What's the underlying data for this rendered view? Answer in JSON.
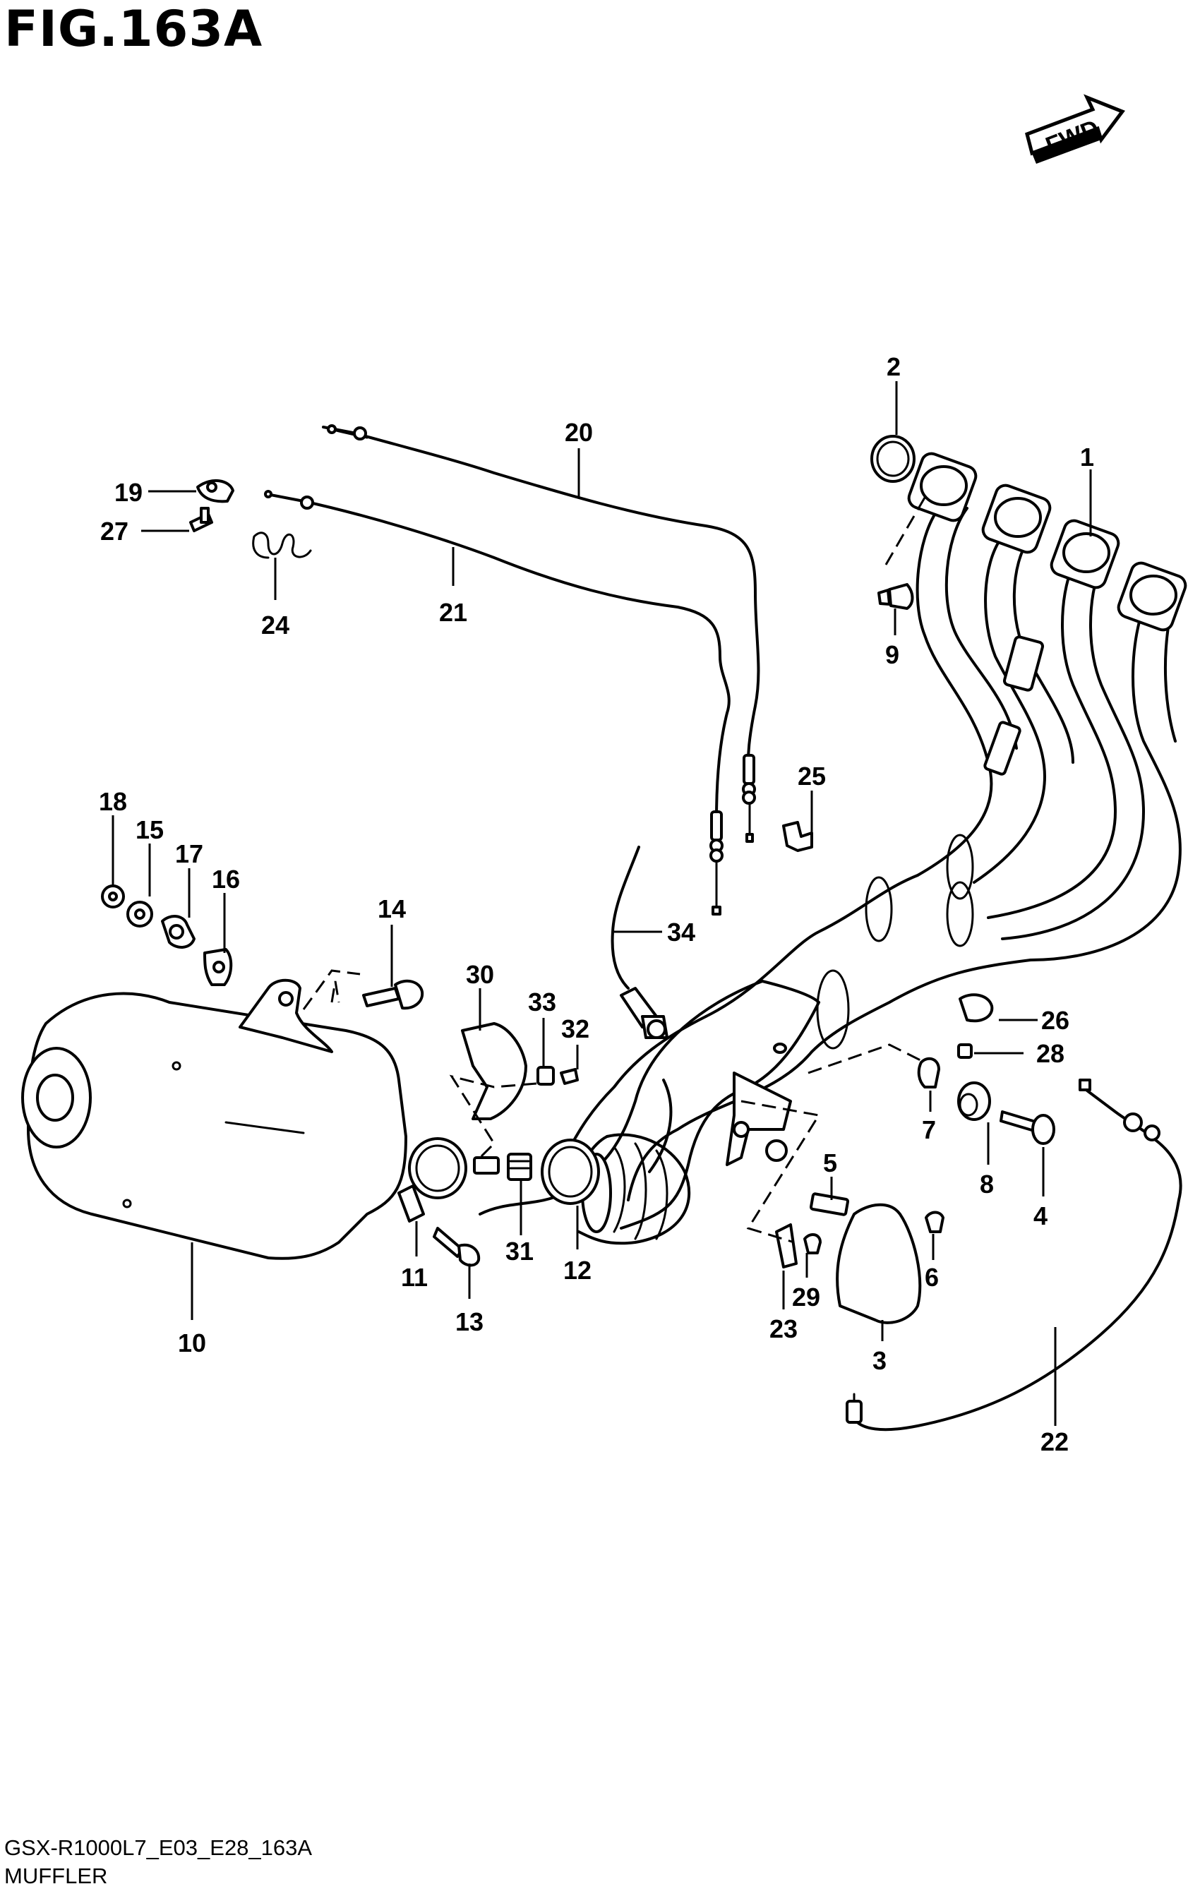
{
  "header": {
    "figure_title": "FIG.163A"
  },
  "direction_badge": {
    "label": "FWD"
  },
  "footer": {
    "drawing_code": "GSX-R1000L7_E03_E28_163A",
    "section_name": "MUFFLER"
  },
  "callouts": [
    "1",
    "2",
    "3",
    "4",
    "5",
    "6",
    "7",
    "8",
    "9",
    "10",
    "11",
    "12",
    "13",
    "14",
    "15",
    "16",
    "17",
    "18",
    "19",
    "20",
    "21",
    "22",
    "23",
    "24",
    "25",
    "26",
    "27",
    "28",
    "29",
    "30",
    "31",
    "32",
    "33",
    "34"
  ]
}
